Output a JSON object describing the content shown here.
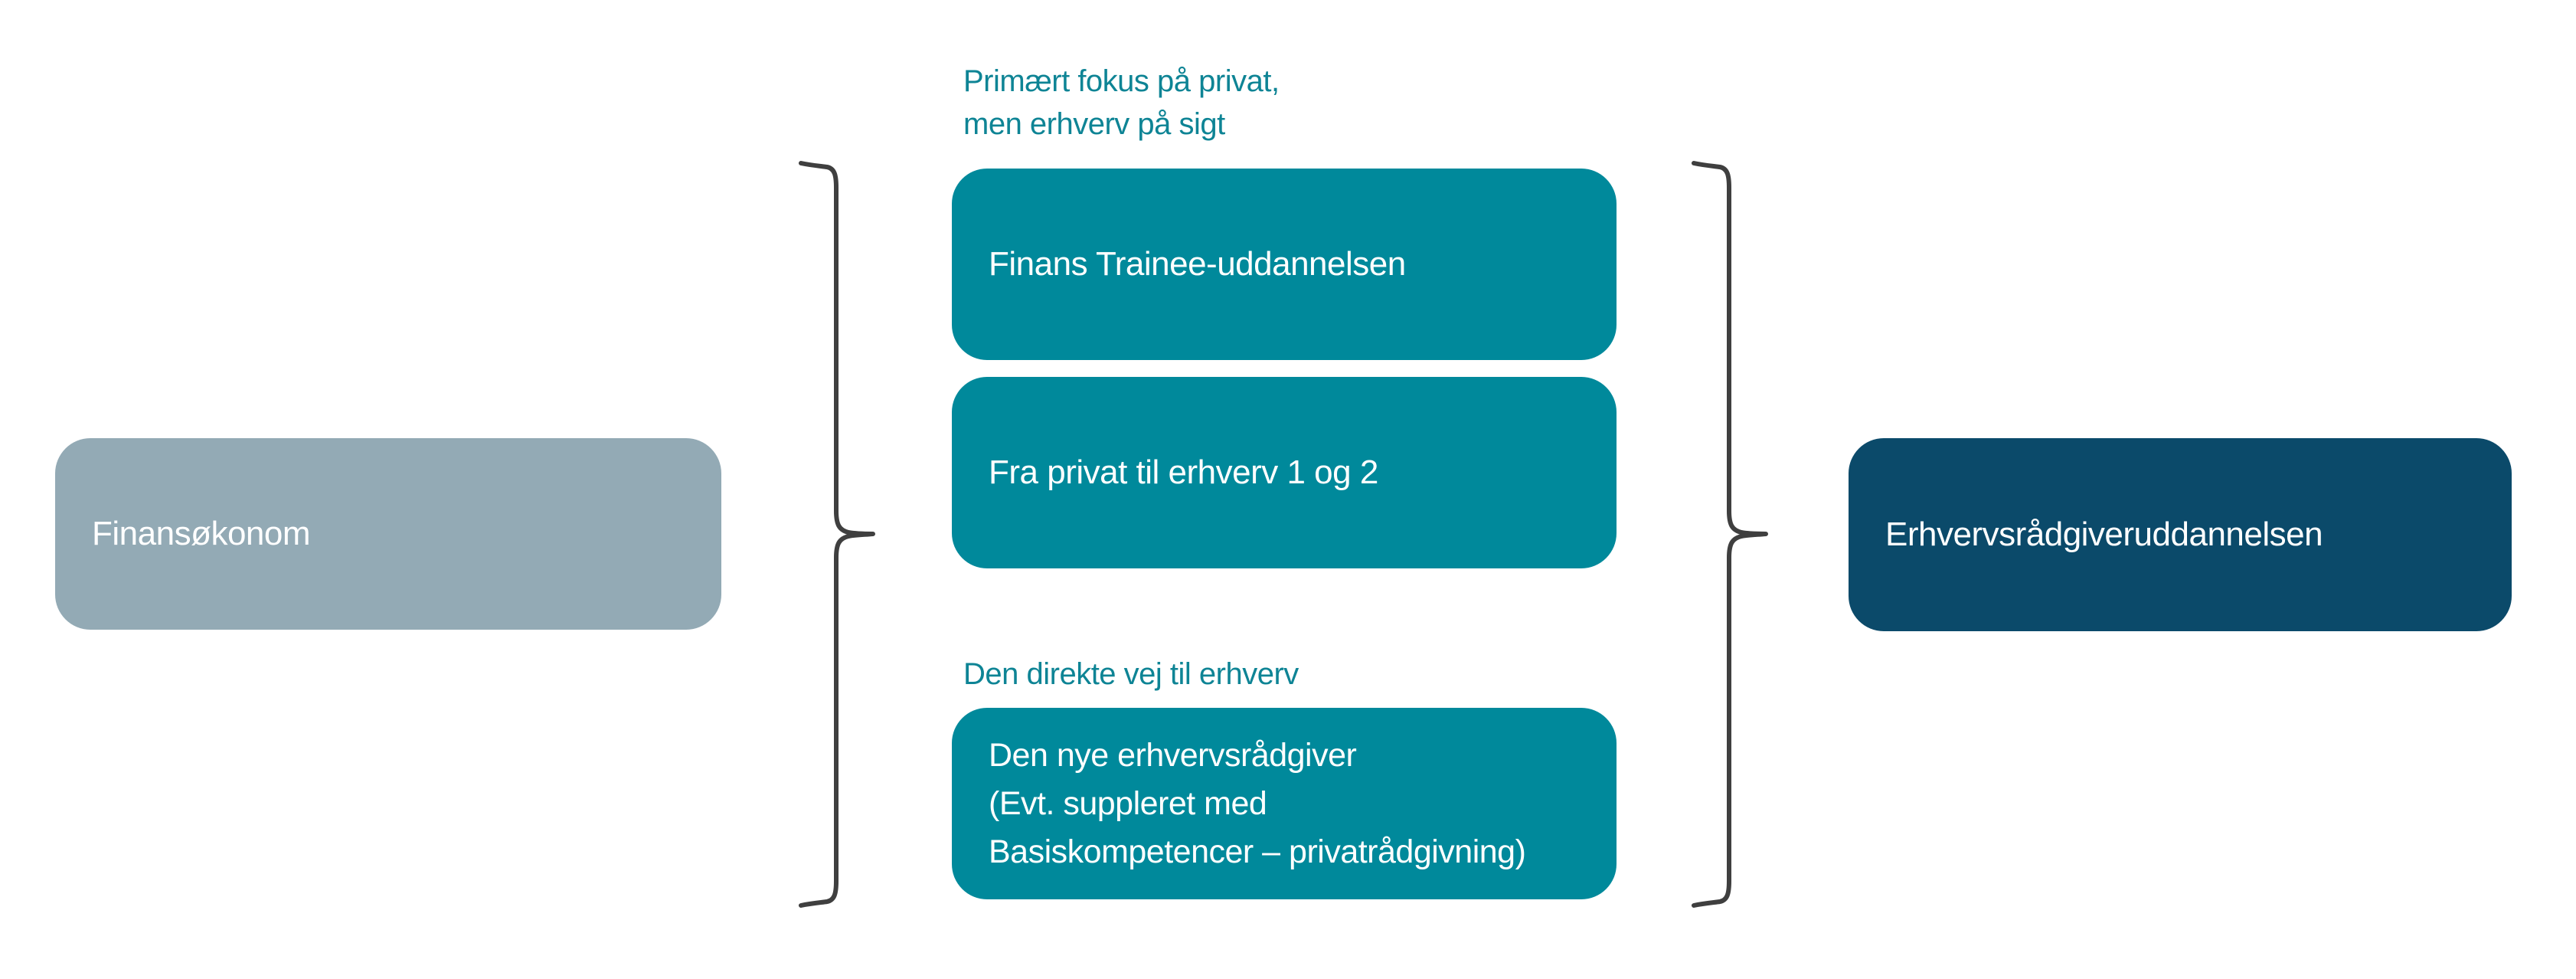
{
  "diagram": {
    "title_context": "education pathway diagram",
    "left_box": {
      "label": "Finansøkonom"
    },
    "middle": {
      "caption1_line1": "Primært fokus på privat,",
      "caption1_line2": "men erhverv på sigt",
      "box_a_label": "Finans Trainee-uddannelsen",
      "box_b_label": "Fra privat til erhverv 1 og 2",
      "caption2": "Den direkte vej til erhverv",
      "box_c_line1": "Den nye erhvervsrådgiver",
      "box_c_line2": "(Evt. suppleret med",
      "box_c_line3": "Basiskompetencer – privatrådgivning)"
    },
    "right_box": {
      "label": "Erhvervsrådgiveruddannelsen"
    },
    "colors": {
      "teal_box": "#00899B",
      "gray_box": "#93AAB5",
      "dark_blue_box": "#0B4A6A",
      "caption_text": "#0E8495",
      "box_text": "#FFFFFF",
      "brace_stroke": "#3F3F3F",
      "background": "#FFFFFF"
    }
  }
}
